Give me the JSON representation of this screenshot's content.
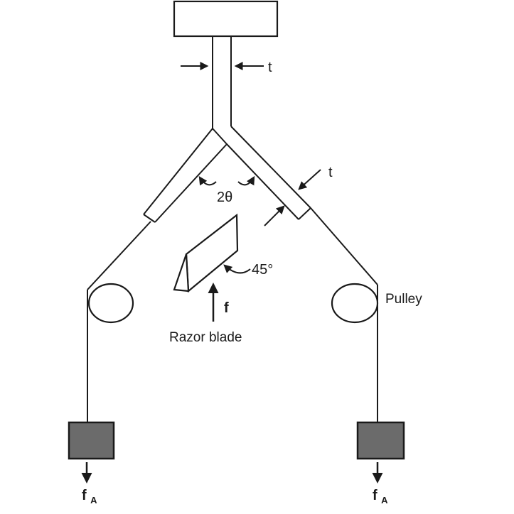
{
  "colors": {
    "line": "#1a1a1a",
    "weight_fill": "#6b6b6b",
    "background": "#ffffff"
  },
  "labels": {
    "strip_thickness": "t",
    "leg_thickness": "t",
    "leg_angle": "2θ",
    "blade_angle": "45°",
    "blade_force": "f",
    "razor_blade": "Razor blade",
    "pulley": "Pulley",
    "hanging_force": "f",
    "hanging_force_sub": "A"
  }
}
